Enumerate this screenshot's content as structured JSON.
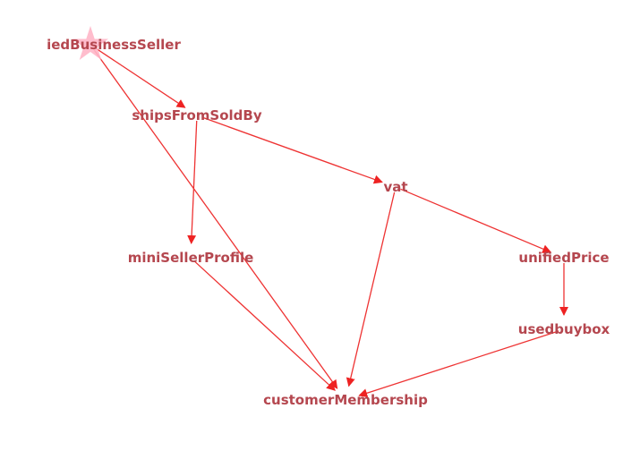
{
  "graph": {
    "nodes": [
      {
        "id": "verifiedBusinessSeller",
        "label": "iedBusinessSeller",
        "marker": "star-icon"
      },
      {
        "id": "shipsFromSoldBy",
        "label": "shipsFromSoldBy"
      },
      {
        "id": "vat",
        "label": "vat"
      },
      {
        "id": "miniSellerProfile",
        "label": "miniSellerProfile"
      },
      {
        "id": "unifiedPrice",
        "label": "unifiedPrice"
      },
      {
        "id": "usedbuybox",
        "label": "usedbuybox"
      },
      {
        "id": "customerMembership",
        "label": "customerMembership"
      }
    ],
    "edges": [
      {
        "from": "verifiedBusinessSeller",
        "to": "shipsFromSoldBy"
      },
      {
        "from": "verifiedBusinessSeller",
        "to": "customerMembership"
      },
      {
        "from": "shipsFromSoldBy",
        "to": "vat"
      },
      {
        "from": "shipsFromSoldBy",
        "to": "miniSellerProfile"
      },
      {
        "from": "vat",
        "to": "unifiedPrice"
      },
      {
        "from": "vat",
        "to": "customerMembership"
      },
      {
        "from": "miniSellerProfile",
        "to": "customerMembership"
      },
      {
        "from": "unifiedPrice",
        "to": "usedbuybox"
      },
      {
        "from": "usedbuybox",
        "to": "customerMembership"
      }
    ],
    "colors": {
      "edge": "#ee3333",
      "label": "#b5474f",
      "star": "#ffb6c8"
    }
  }
}
